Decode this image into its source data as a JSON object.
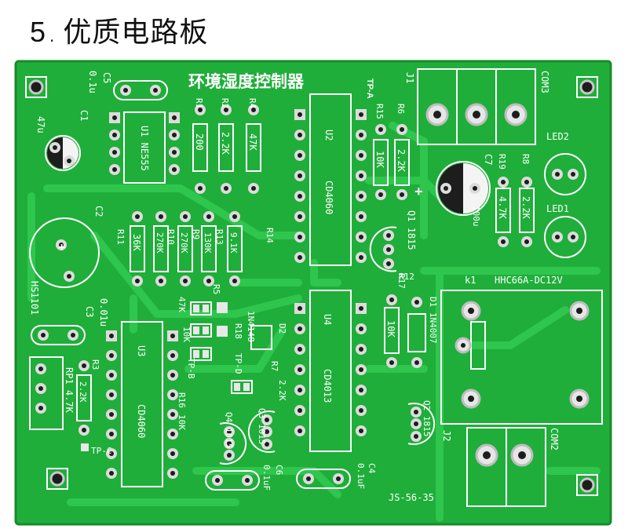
{
  "heading": {
    "number": "5",
    "dot": ".",
    "text": "优质电路板"
  },
  "board": {
    "title": "环境湿度控制器",
    "tp_a": "TP-A",
    "colors": {
      "board": "#1fae3a",
      "board_dark": "#17902f",
      "trace": "#2bc24a",
      "silk": "#ffffff",
      "pad": "#d9d9d9",
      "hole": "#1d1d1d"
    },
    "labels": {
      "c5": "C5",
      "c5_val": "0.1u",
      "c1": "C1",
      "c1_val": "47u",
      "u1": "U1 NE555",
      "r1": "R1",
      "r1_val": "200",
      "r2": "R2",
      "r2_val": "2.2K",
      "r4": "R4",
      "r4_val": "47K",
      "u2": "U2",
      "u2_ic": "CD4060",
      "r15": "R15",
      "r15_val": "10K",
      "r6": "R6",
      "r6_val": "2.2K",
      "j1": "J1",
      "com3": "COM3",
      "led2": "LED2",
      "c7": "C7",
      "c7_val": "100u",
      "r19": "R19",
      "r19_val": "4.7K",
      "r8": "R8",
      "r8_val": "2.2K",
      "led1": "LED1",
      "c2": "C2",
      "r11": "R11",
      "r11_val": "36K",
      "r10": "R10",
      "r10_val": "270K",
      "r9": "R9",
      "r9_val": "270K",
      "r13": "R13",
      "r13_val": "130K",
      "r14": "R14",
      "r14_val": "9.1K",
      "q1": "Q1 1815",
      "r17": "R17",
      "hs": "HS1101",
      "c3": "C3",
      "c3_val": "0.01u",
      "r5": "R5",
      "r5_val": "47K",
      "d2": "D2",
      "d2_val": "1N4148",
      "r18": "R18",
      "r18_val": "10K",
      "tp_b": "TP-B",
      "tp_d": "TP-D",
      "r7": "R7",
      "r7_val": "2.2K",
      "r16": "R16",
      "r16_val": "10K",
      "u3": "U3",
      "u3_ic": "CD4060",
      "r3": "R3",
      "r3_val": "2.2K",
      "rp1": "RP1 4.7K",
      "tp_c": "TP-C",
      "u4": "U4",
      "u4_ic": "CD4013",
      "q4": "Q4 1015",
      "q3": "Q3 1015",
      "r12": "R12",
      "r12_val": "10K",
      "d1": "D1 1N4007",
      "k1": "k1",
      "relay": "HHC66A-DC12V",
      "q2": "Q2 1815",
      "j2": "J2",
      "com2": "COM2",
      "c6": "C6",
      "c6_val": "0.1uF",
      "c4": "C4",
      "c4_val": "0.1uF",
      "plus": "+",
      "model": "JS-56-35"
    }
  }
}
